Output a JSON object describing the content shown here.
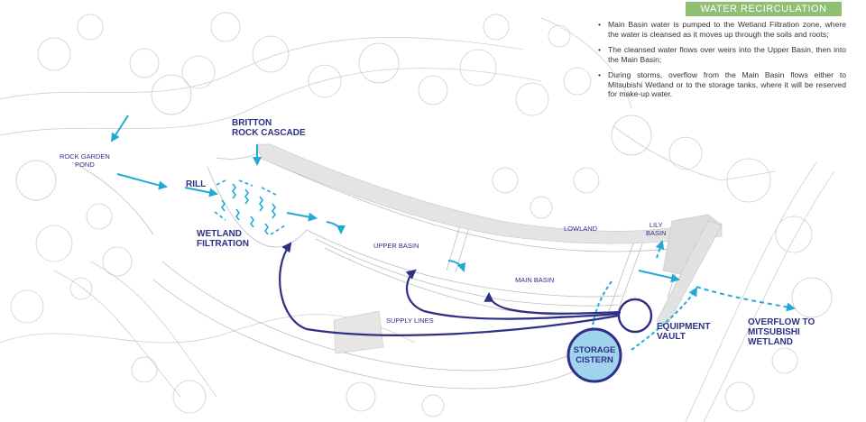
{
  "header": {
    "title": "WATER RECIRCULATION",
    "title_color": "#8fbf72"
  },
  "notes": [
    "Main Basin water is pumped to the Wetland Filtration zone, where the water is cleansed as it moves up through the soils and roots;",
    "The cleansed water flows over weirs into the Upper Basin, then into the Main Basin;",
    "During storms, overflow from the Main Basin flows either to Mitsubishi Wetland or to the storage tanks, where it will be reserved for make-up water."
  ],
  "labels": {
    "britton_line1": "BRITTON",
    "britton_line2": "ROCK CASCADE",
    "rock_garden_line1": "ROCK GARDEN",
    "rock_garden_line2": "POND",
    "rill": "RILL",
    "wetland_line1": "WETLAND",
    "wetland_line2": "FILTRATION",
    "upper_basin": "UPPER BASIN",
    "lowland": "LOWLAND",
    "lily_line1": "LILY",
    "lily_line2": "BASIN",
    "main_basin": "MAIN BASIN",
    "supply_lines": "SUPPLY LINES",
    "equipment_line1": "EQUIPMENT",
    "equipment_line2": "VAULT",
    "storage_line1": "STORAGE",
    "storage_line2": "CISTERN",
    "overflow_line1": "OVERFLOW TO",
    "overflow_line2": "MITSUBISHI",
    "overflow_line3": "WETLAND"
  },
  "colors": {
    "flow_arrow": "#22a9d6",
    "supply_line": "#2e2f86",
    "label_text": "#2e2f86",
    "cistern_fill": "#9fd3ee",
    "plan_linework": "#c9c9c9"
  }
}
